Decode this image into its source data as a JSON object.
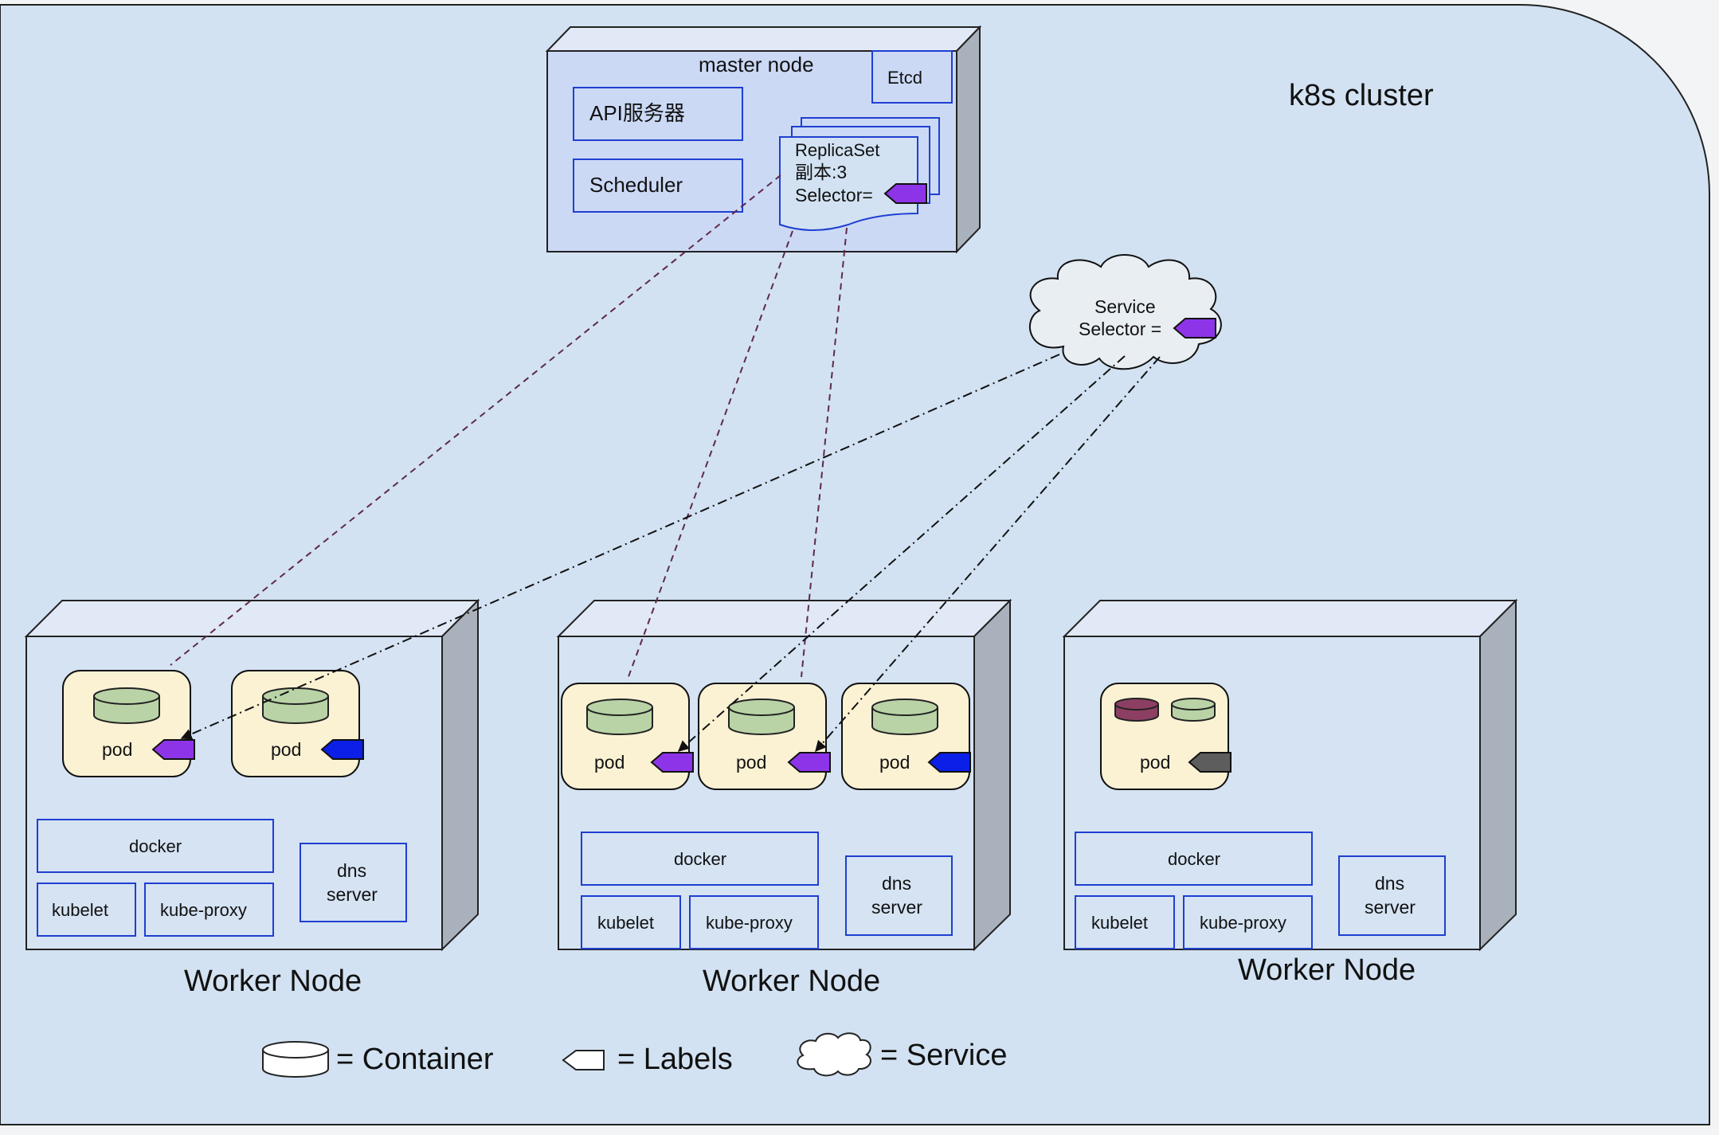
{
  "cluster": {
    "title": "k8s cluster"
  },
  "master": {
    "title": "master node",
    "etcd": "Etcd",
    "api": "API服务器",
    "scheduler": "Scheduler",
    "replicaset": {
      "line1": "ReplicaSet",
      "line2": "副本:3",
      "line3": "Selector="
    }
  },
  "service": {
    "line1": "Service",
    "line2": "Selector ="
  },
  "workers": [
    {
      "title": "Worker Node",
      "pods": [
        "pod",
        "pod"
      ],
      "docker": "docker",
      "kubelet": "kubelet",
      "kube_proxy": "kube-proxy",
      "dns_line1": "dns",
      "dns_line2": "server"
    },
    {
      "title": "Worker Node",
      "pods": [
        "pod",
        "pod",
        "pod"
      ],
      "docker": "docker",
      "kubelet": "kubelet",
      "kube_proxy": "kube-proxy",
      "dns_line1": "dns",
      "dns_line2": "server"
    },
    {
      "title": "Worker Node",
      "pods": [
        "pod"
      ],
      "docker": "docker",
      "kubelet": "kubelet",
      "kube_proxy": "kube-proxy",
      "dns_line1": "dns",
      "dns_line2": "server"
    }
  ],
  "legend": {
    "container": "= Container",
    "labels": "= Labels",
    "service": "= Service"
  },
  "colors": {
    "cluster_bg": "#d2e2f2",
    "master_bg": "#cbd9f5",
    "node_face": "#d5e3f3",
    "node_side": "#a9b2bc",
    "pod_bg": "#fbf2d4",
    "container": "#b9d3a6",
    "container_maroon": "#8c3f62",
    "label_purple": "#8e34e8",
    "label_blue": "#0b1fe6",
    "label_gray": "#5d5d5d",
    "box_border": "#1f3fd1",
    "rs_link": "#5e2a48",
    "svc_link": "#111111"
  }
}
